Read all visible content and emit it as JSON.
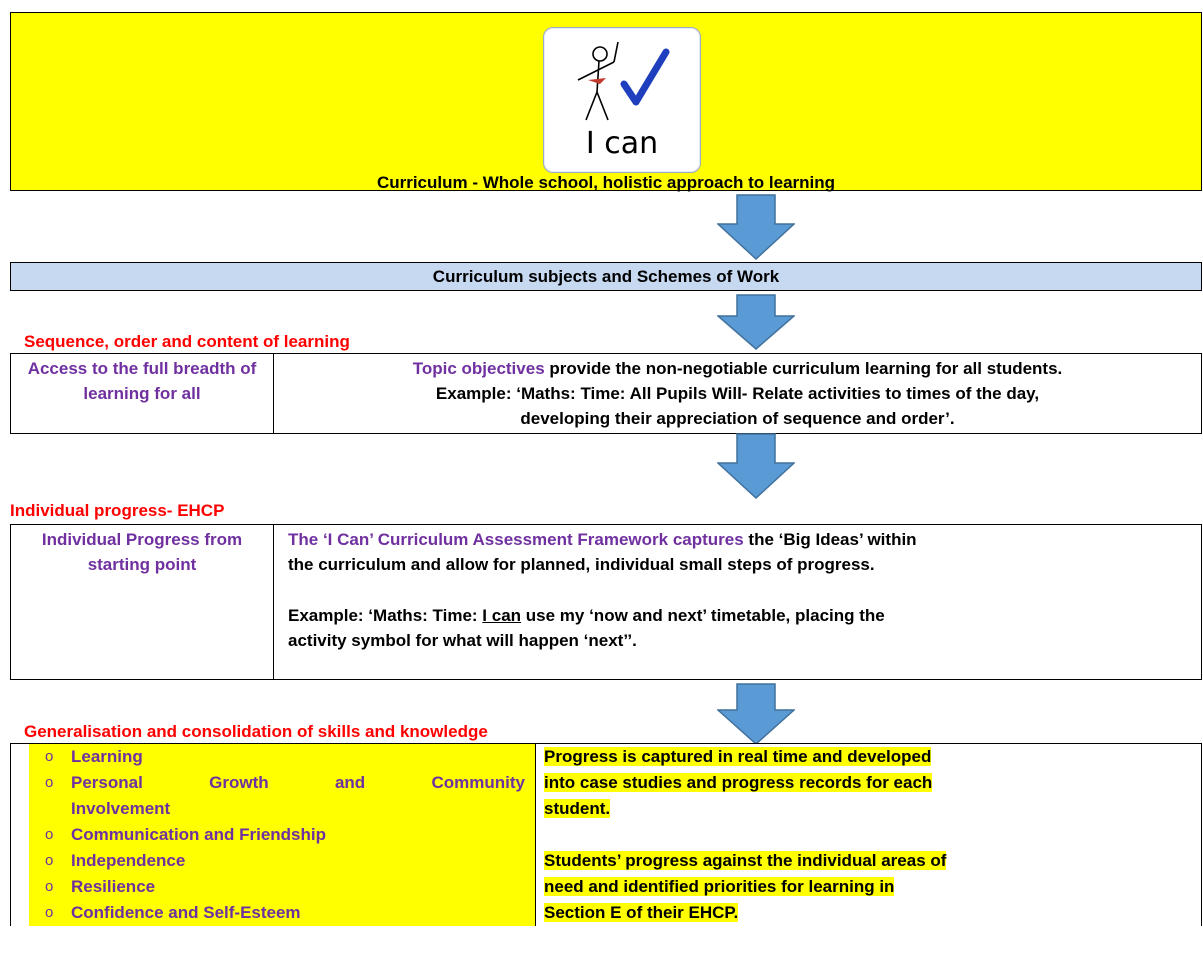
{
  "banner": {
    "logo_text": "I can",
    "title": "Curriculum - Whole school, holistic approach to learning"
  },
  "subjects_bar": "Curriculum subjects and Schemes of Work",
  "section1": {
    "heading": "Sequence, order and content of learning",
    "left": "Access to the full breadth of learning for all",
    "right_lead": "Topic objectives",
    "right_line1_rest": " provide the non-negotiable curriculum learning for all students.",
    "right_line2": "Example: ‘Maths: Time: All Pupils Will- Relate activities to times of the day,",
    "right_line3": "developing their appreciation of sequence and order’."
  },
  "section2": {
    "heading": "Individual progress- EHCP",
    "left": "Individual Progress from starting point",
    "right_lead": "The ‘I Can’ Curriculum Assessment Framework captures",
    "right_line1_rest": " the ‘Big Ideas’ within",
    "right_line2": "the curriculum and allow for planned, individual small steps of progress.",
    "example_pre": "Example: ‘Maths: Time: ",
    "example_underline": "I can",
    "example_post": " use my ‘now and next’ timetable, placing the",
    "example_line2": "activity symbol for what will happen ‘next’’."
  },
  "section3": {
    "heading": "Generalisation and consolidation of skills and knowledge",
    "pillars": {
      "p1": "Learning",
      "p2_a": "Personal",
      "p2_b": "Growth",
      "p2_c": "and",
      "p2_d": "Community",
      "p2_e": "Involvement",
      "p3": "Communication and Friendship",
      "p4": "Independence",
      "p5": "Resilience",
      "p6": "Confidence and Self-Esteem"
    },
    "right_p1_l1": "Progress is captured in real time and developed",
    "right_p1_l2": "into case studies and progress records for each",
    "right_p1_l3": "student.",
    "right_p2_l1": "Students’ progress against the individual areas of",
    "right_p2_l2": "need and identified priorities for learning in",
    "right_p2_l3": "Section E of their EHCP."
  },
  "colors": {
    "highlight": "#FFFF00",
    "purple": "#7030A0",
    "red": "#FF0000",
    "bar_blue": "#C6D9F1",
    "arrow_blue": "#5B9BD5"
  }
}
